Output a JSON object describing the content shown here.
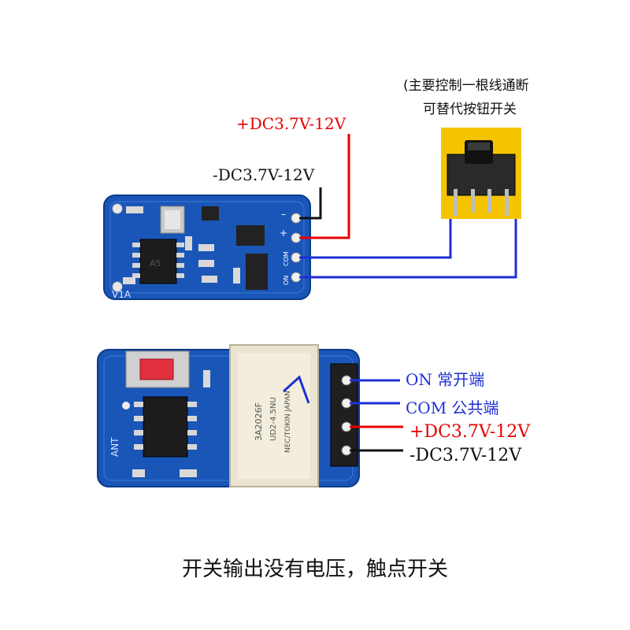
{
  "top": {
    "vcc_label": "+DC3.7V-12V",
    "gnd_label": "-DC3.7V-12V",
    "board_pins": [
      "–",
      "+",
      "COM",
      "ON"
    ],
    "board_marking": "V1A",
    "chip_marking": "A5",
    "button_note_line1": "(主要控制一根线通断",
    "button_note_line2": "可替代按钮开关"
  },
  "bottom": {
    "on_label": "ON  常开端",
    "com_label": "COM  公共端",
    "vcc_label": "+DC3.7V-12V",
    "gnd_label": "-DC3.7V-12V",
    "relay_marking_1": "3A2026F",
    "relay_marking_2": "UD2-4.5NU",
    "relay_marking_3": "NEC/TOKIN JAPAN",
    "board_marking": "ANT"
  },
  "caption": "开关输出没有电压，触点开关",
  "colors": {
    "board": "#1a56b8",
    "wire_red": "#e60000",
    "wire_blue": "#1f2fd6",
    "wire_black": "#111111",
    "button_bg": "#f5c400"
  }
}
